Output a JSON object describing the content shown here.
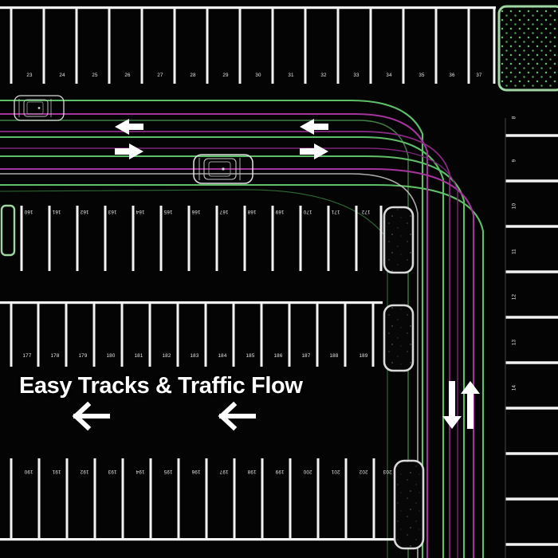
{
  "document": {
    "kind": "parking-lot-site-plan",
    "background_color": "#000000"
  },
  "overlay": {
    "title": "Easy Tracks & Traffic Flow",
    "title_color": "#ffffff",
    "arrows": [
      {
        "name": "left-arrow-1",
        "direction": "left"
      },
      {
        "name": "left-arrow-2",
        "direction": "left"
      }
    ]
  },
  "colors": {
    "stall_line": "#f2f2f2",
    "track_green": "#5fbf68",
    "track_magenta": "#a4349b",
    "track_white": "#d8d8d8",
    "island_border": "#d9d9d9",
    "landscape_border": "#9fd6a2",
    "landscape_dot": "#5fbf68",
    "vehicle_outline": "#dadada"
  },
  "rows": [
    {
      "name": "top-row",
      "orientation": "numbers-upright",
      "stalls": [
        "23",
        "24",
        "25",
        "26",
        "27",
        "28",
        "29",
        "30",
        "31",
        "32",
        "33",
        "34",
        "35",
        "36",
        "37"
      ]
    },
    {
      "name": "second-row",
      "orientation": "numbers-inverted",
      "stalls": [
        "160",
        "161",
        "162",
        "163",
        "164",
        "165",
        "166",
        "167",
        "168",
        "169",
        "170",
        "171",
        "172"
      ]
    },
    {
      "name": "third-row",
      "orientation": "numbers-upright",
      "stalls": [
        "177",
        "178",
        "179",
        "180",
        "181",
        "182",
        "183",
        "184",
        "185",
        "186",
        "187",
        "188",
        "189"
      ]
    },
    {
      "name": "bottom-row",
      "orientation": "numbers-inverted",
      "stalls": [
        "190",
        "191",
        "192",
        "193",
        "194",
        "195",
        "196",
        "197",
        "198",
        "199",
        "200",
        "201",
        "202",
        "203"
      ]
    }
  ],
  "right_column": {
    "name": "right-stall-column",
    "orientation": "numbers-rotated",
    "stalls": [
      "8",
      "9",
      "10",
      "11",
      "12",
      "13",
      "14"
    ]
  },
  "traffic": {
    "aisle_arrows": [
      {
        "name": "aisle-arrow-left-a",
        "direction": "left"
      },
      {
        "name": "aisle-arrow-right-a",
        "direction": "right"
      },
      {
        "name": "aisle-arrow-left-b",
        "direction": "left"
      },
      {
        "name": "aisle-arrow-right-b",
        "direction": "right"
      }
    ],
    "vertical_arrows": [
      {
        "name": "vertical-arrow-down",
        "direction": "down"
      },
      {
        "name": "vertical-arrow-up",
        "direction": "up"
      }
    ]
  },
  "vehicles": [
    {
      "name": "vehicle-top-left",
      "heading": "horizontal"
    },
    {
      "name": "vehicle-aisle-center",
      "heading": "horizontal"
    }
  ],
  "landscape_area": {
    "name": "landscape-island",
    "label": "",
    "pattern": "dotted"
  },
  "islands": [
    {
      "name": "island-row2-right"
    },
    {
      "name": "island-row3-right"
    },
    {
      "name": "island-row4-right"
    },
    {
      "name": "island-row2-left"
    }
  ]
}
